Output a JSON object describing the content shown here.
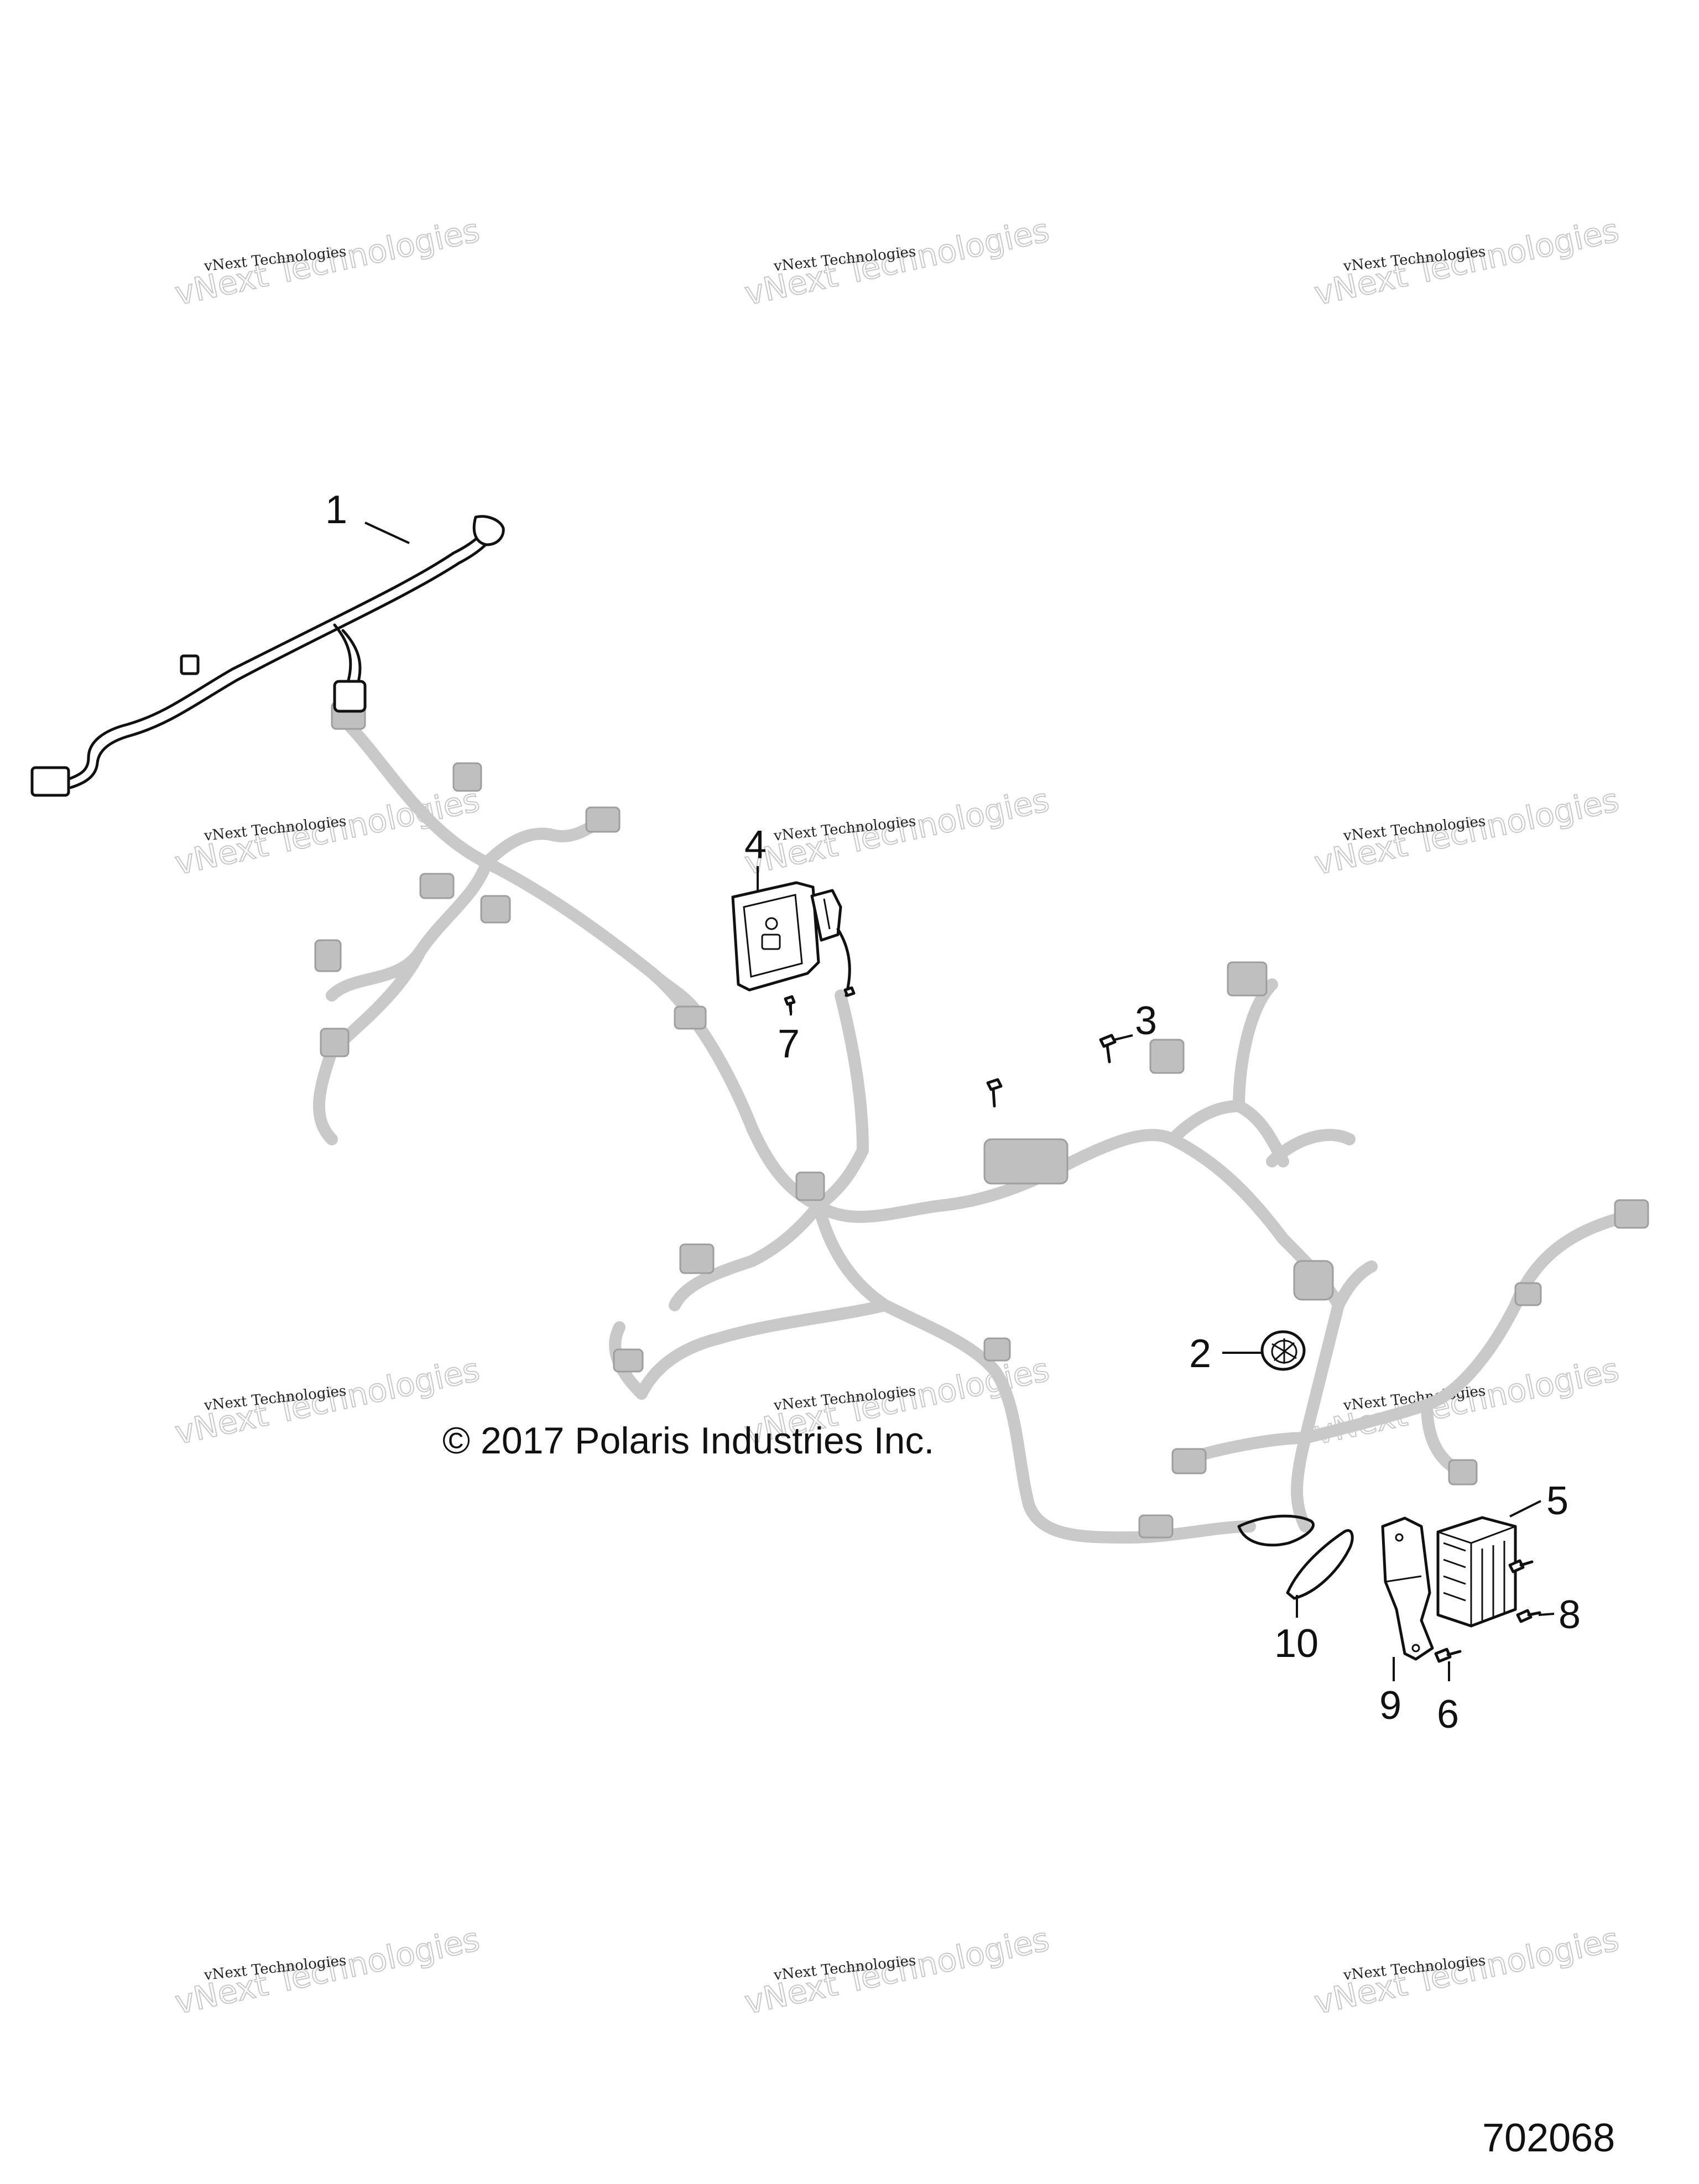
{
  "diagram": {
    "copyright": "© 2017 Polaris Industries Inc.",
    "diagram_id": "702068",
    "watermark": {
      "line1": "vNext Technologies",
      "line2": "vNext Technologies"
    },
    "callouts": [
      "1",
      "2",
      "3",
      "4",
      "5",
      "6",
      "7",
      "8",
      "9",
      "10"
    ]
  }
}
